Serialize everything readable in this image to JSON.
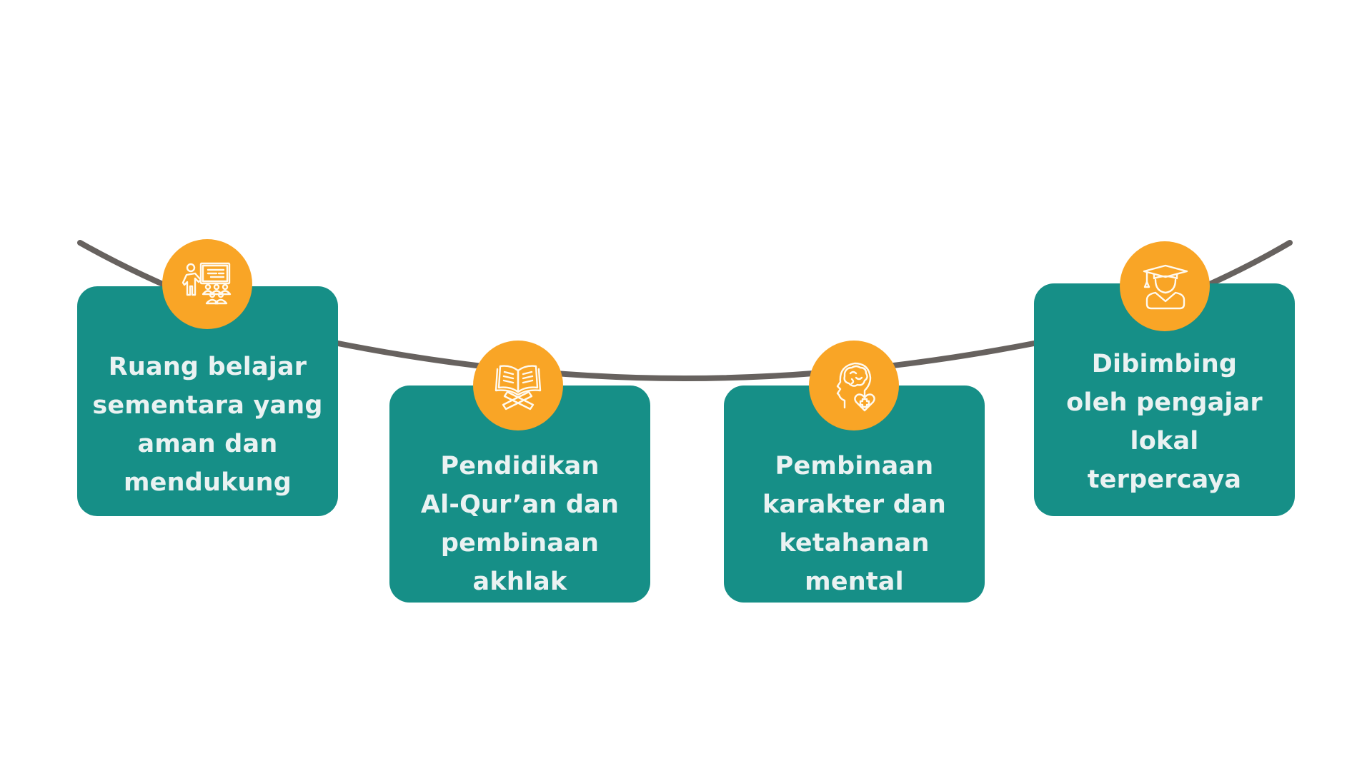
{
  "colors": {
    "card": "#168f87",
    "badge": "#f9a526",
    "rope": "#67625f",
    "text": "#eaf2f2",
    "background": "#ffffff"
  },
  "cards": [
    {
      "icon": "teacher-classroom-icon",
      "lines": [
        "Ruang belajar",
        "sementara yang",
        "aman dan",
        "mendukung"
      ]
    },
    {
      "icon": "quran-book-stand-icon",
      "lines": [
        "Pendidikan",
        "Al-Qur’an dan",
        "pembinaan",
        "akhlak"
      ]
    },
    {
      "icon": "head-brain-heart-icon",
      "lines": [
        "Pembinaan",
        "karakter dan",
        "ketahanan",
        "mental"
      ]
    },
    {
      "icon": "graduate-student-icon",
      "lines": [
        "Dibimbing",
        "oleh pengajar",
        "lokal",
        "terpercaya"
      ]
    }
  ]
}
